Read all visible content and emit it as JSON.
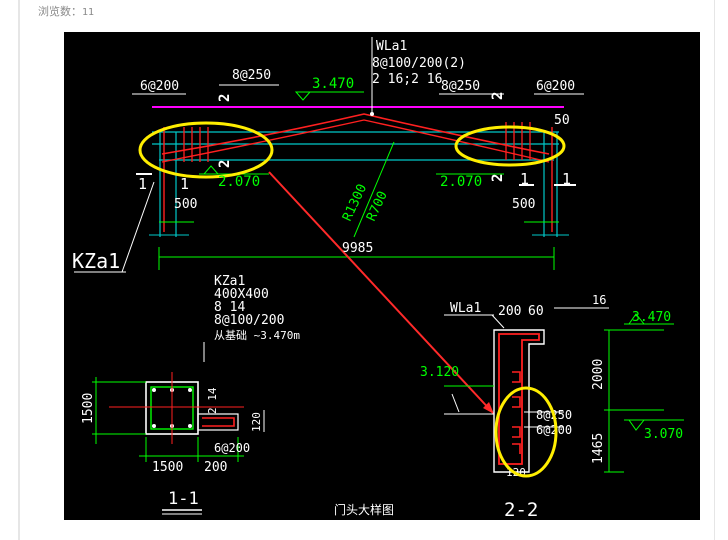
{
  "header": {
    "view_label": "浏览数：",
    "view_count": "11"
  },
  "drawing": {
    "beam_label": "WLa1",
    "beam_stirrup": "8@100/200(2)",
    "beam_main_bars": "2 16;2 16",
    "stirrup_left": "6@200",
    "stirrup_8_250_left": "8@250",
    "stirrup_8_250_right": "8@250",
    "stirrup_right": "6@200",
    "elev_top": "3.470",
    "elev_left": "2.070",
    "elev_right": "2.070",
    "dim_50": "50",
    "dim_500_left": "500",
    "dim_500_right": "500",
    "radius_outer": "R1300",
    "radius_inner": "R700",
    "span": "9985",
    "col_label_top": "KZa1",
    "section_mark_2": "2",
    "section_mark_1": "1",
    "col_spec_title": "KZa1",
    "col_size": "400X400",
    "col_bars": "8 14",
    "col_stirrup": "8@100/200",
    "col_elev_note": "从基础 ~3.470m",
    "sec1_dim_vertical": "1500",
    "sec1_dim_horizontal": "1500",
    "sec1_dim_200": "200",
    "sec1_bar_214": "2 14",
    "sec1_dim_120": "120",
    "sec1_stirrup": "6@200",
    "sec1_title": "1-1",
    "drawing_title": "门头大样图",
    "sec2_beam_label": "WLa1",
    "sec2_dim_200": "200",
    "sec2_dim_60": "60",
    "sec2_dim_16": "16",
    "sec2_elev_top": "3.470",
    "sec2_elev_left": "3.120",
    "sec2_dim_2000": "2000",
    "sec2_dim_1465": "1465",
    "sec2_elev_bottom": "3.070",
    "sec2_stirrup_a": "8@250",
    "sec2_stirrup_b": "6@200",
    "sec2_dim_120": "120",
    "sec2_title": "2-2"
  }
}
